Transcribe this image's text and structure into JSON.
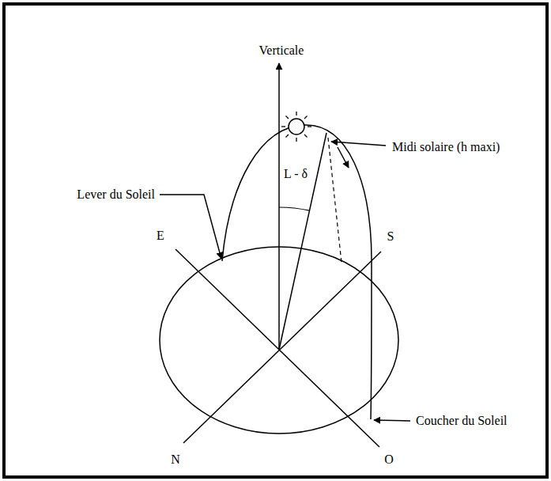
{
  "diagram": {
    "labels": [
      "Verticale",
      "Midi solaire (h maxi)",
      "Lever du Soleil",
      "L - δ",
      "E",
      "S",
      "Coucher du Soleil",
      "N",
      "O"
    ]
  }
}
